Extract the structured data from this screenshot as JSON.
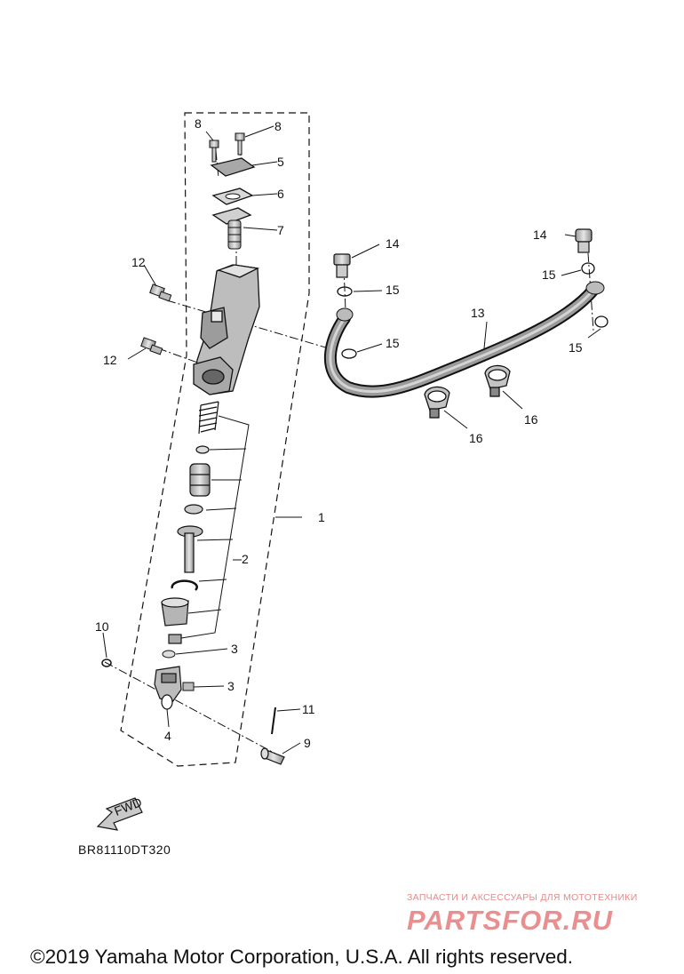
{
  "callouts": [
    {
      "id": "1",
      "label": "1"
    },
    {
      "id": "2",
      "label": "2"
    },
    {
      "id": "3a",
      "label": "3"
    },
    {
      "id": "3b",
      "label": "3"
    },
    {
      "id": "4",
      "label": "4"
    },
    {
      "id": "5",
      "label": "5"
    },
    {
      "id": "6",
      "label": "6"
    },
    {
      "id": "7",
      "label": "7"
    },
    {
      "id": "8a",
      "label": "8"
    },
    {
      "id": "8b",
      "label": "8"
    },
    {
      "id": "9",
      "label": "9"
    },
    {
      "id": "10",
      "label": "10"
    },
    {
      "id": "11",
      "label": "11"
    },
    {
      "id": "12a",
      "label": "12"
    },
    {
      "id": "12b",
      "label": "12"
    },
    {
      "id": "13",
      "label": "13"
    },
    {
      "id": "14a",
      "label": "14"
    },
    {
      "id": "14b",
      "label": "14"
    },
    {
      "id": "15a",
      "label": "15"
    },
    {
      "id": "15b",
      "label": "15"
    },
    {
      "id": "15c",
      "label": "15"
    },
    {
      "id": "15d",
      "label": "15"
    },
    {
      "id": "16a",
      "label": "16"
    },
    {
      "id": "16b",
      "label": "16"
    }
  ],
  "fwd_label": "FWD",
  "diagram_code": "BR81110DT320",
  "watermark": {
    "tagline": "ЗАПЧАСТИ И АКСЕССУАРЫ ДЛЯ МОТОТЕХНИКИ",
    "logo_text": "PARTSFOR.RU"
  },
  "copyright": "©2019 Yamaha Motor Corporation, U.S.A. All rights reserved.",
  "colors": {
    "line": "#111111",
    "part_fill": "#d9d9d9",
    "part_dark": "#8a8a8a",
    "watermark": "#e36a6a"
  }
}
